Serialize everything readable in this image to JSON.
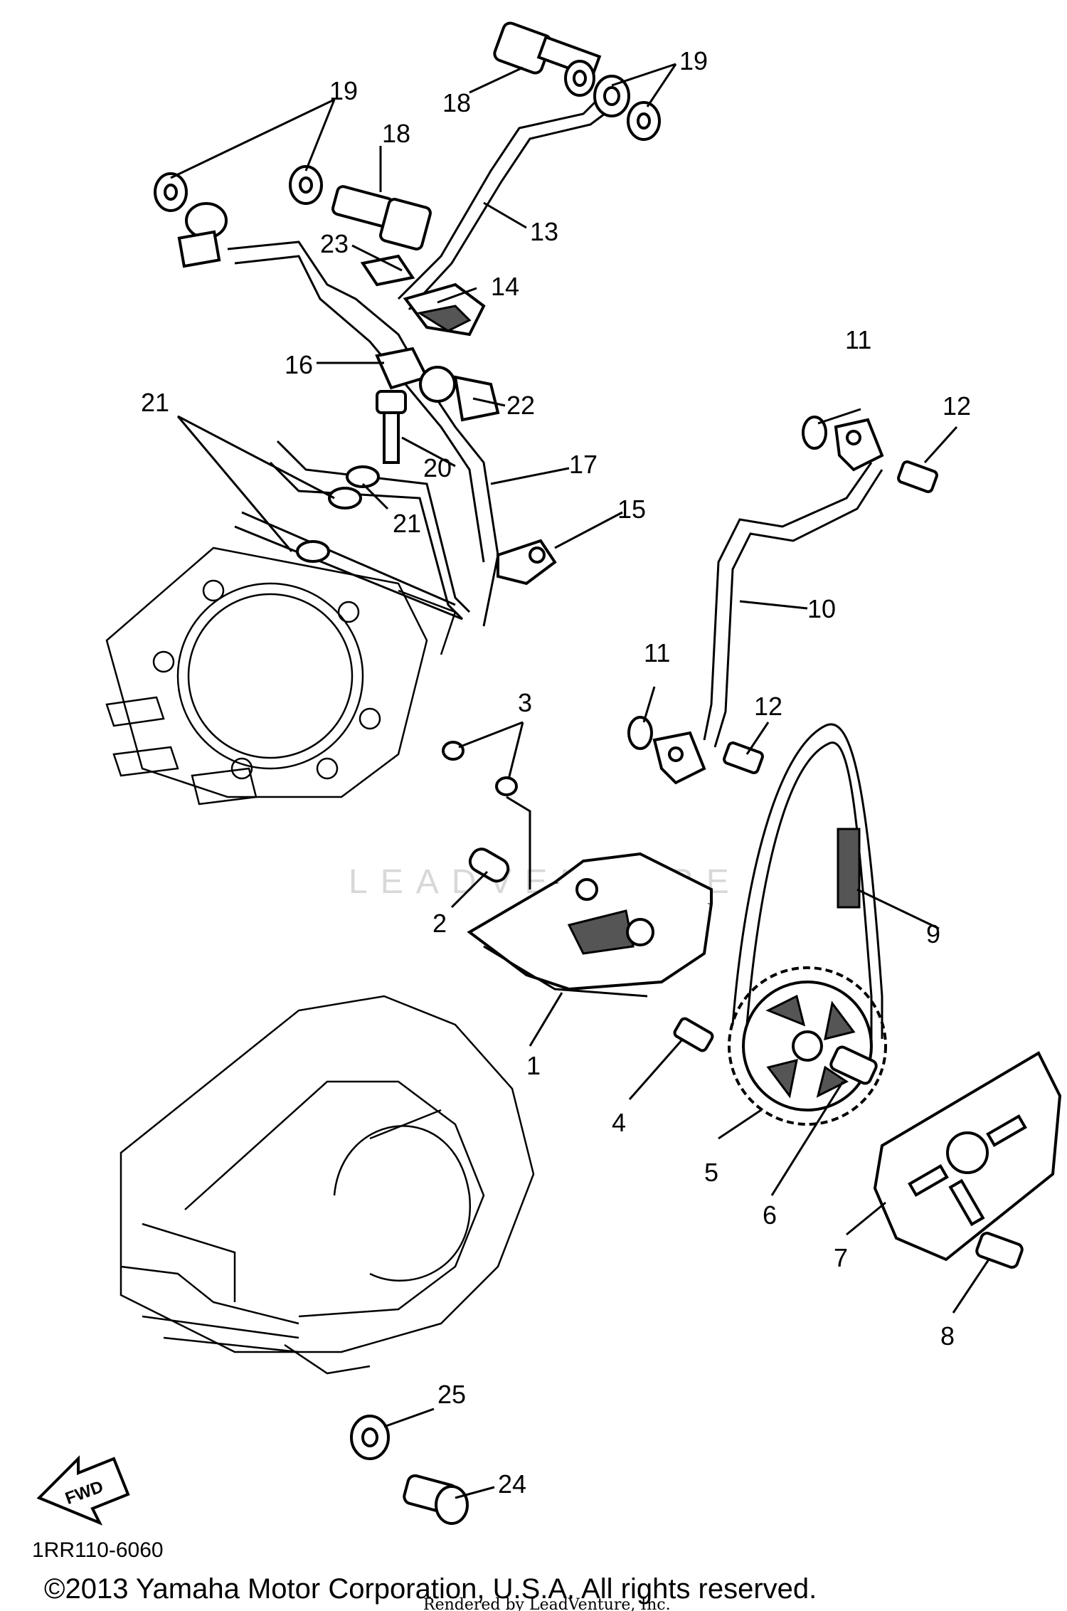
{
  "diagram": {
    "part_numbers": [
      "1",
      "2",
      "3",
      "4",
      "5",
      "6",
      "7",
      "8",
      "9",
      "10",
      "11",
      "11",
      "12",
      "12",
      "13",
      "14",
      "15",
      "16",
      "17",
      "18",
      "18",
      "19",
      "19",
      "20",
      "21",
      "21",
      "22",
      "23",
      "24",
      "25"
    ],
    "direction_label": "FWD",
    "diagram_code": "1RR110-6060",
    "watermark": "LEADVENTURE",
    "copyright": "©2013 Yamaha Motor Corporation, U.S.A. All rights reserved.",
    "render_note": "Rendered by LeadVenture, Inc."
  }
}
